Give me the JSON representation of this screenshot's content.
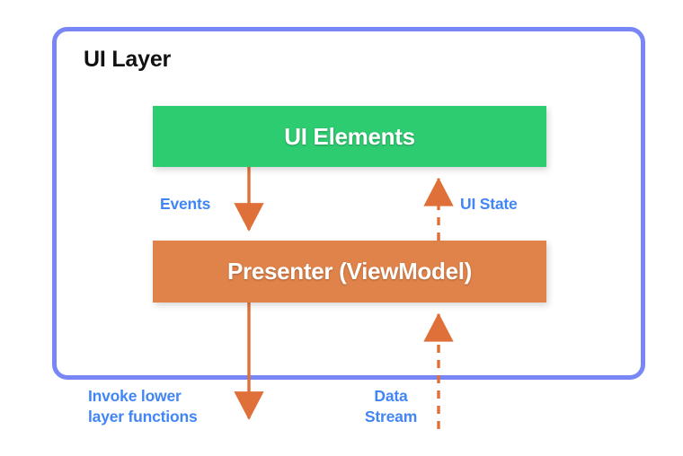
{
  "diagram": {
    "type": "layered-architecture",
    "container": {
      "title": "UI Layer",
      "border_color": "#7986f5"
    },
    "nodes": [
      {
        "id": "ui-elements",
        "label": "UI Elements",
        "color": "#2ecc71",
        "text_color": "#ffffff"
      },
      {
        "id": "presenter",
        "label": "Presenter (ViewModel)",
        "color": "#e0834a",
        "text_color": "#ffffff"
      }
    ],
    "edges": [
      {
        "id": "events",
        "label": "Events",
        "from": "ui-elements",
        "to": "presenter",
        "direction": "down",
        "style": "solid",
        "color": "#e0703a"
      },
      {
        "id": "ui-state",
        "label": "UI State",
        "from": "presenter",
        "to": "ui-elements",
        "direction": "up",
        "style": "dashed",
        "color": "#e0703a"
      },
      {
        "id": "invoke-lower",
        "label": "Invoke lower\nlayer functions",
        "from": "presenter",
        "to": "lower-layer",
        "direction": "down",
        "style": "solid",
        "color": "#e0703a"
      },
      {
        "id": "data-stream",
        "label": "Data\nStream",
        "from": "lower-layer",
        "to": "presenter",
        "direction": "up",
        "style": "dashed",
        "color": "#e0703a"
      }
    ],
    "label_color": "#4285f4"
  }
}
